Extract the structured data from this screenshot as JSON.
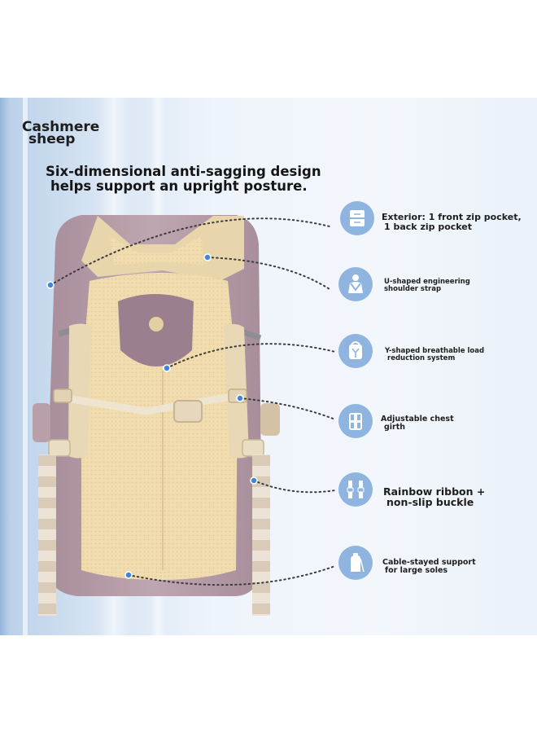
{
  "brand": {
    "line1": "Cashmere",
    "line2": "sheep"
  },
  "headline": {
    "line1": "Six-dimensional anti-sagging design",
    "line2": "helps support an upright posture."
  },
  "features": [
    {
      "icon": "zip-pocket-icon",
      "line1": "Exterior: 1 front zip pocket,",
      "line2": "1 back zip pocket"
    },
    {
      "icon": "shoulder-strap-icon",
      "line1": "U-shaped engineering",
      "line2": "shoulder strap"
    },
    {
      "icon": "load-reduction-icon",
      "line1": "Y-shaped breathable load",
      "line2": "reduction system"
    },
    {
      "icon": "chest-girth-icon",
      "line1": "Adjustable chest",
      "line2": "girth"
    },
    {
      "icon": "ribbon-buckle-icon",
      "line1": "Rainbow ribbon +",
      "line2": "non-slip buckle"
    },
    {
      "icon": "cable-support-icon",
      "line1": "Cable-stayed support",
      "line2": "for large soles"
    }
  ],
  "colors": {
    "backpack_body": "#b59aa6",
    "mesh_panel": "#f0dcae",
    "icon_bubble": "#8fb4df",
    "background": "#e7eff8"
  }
}
